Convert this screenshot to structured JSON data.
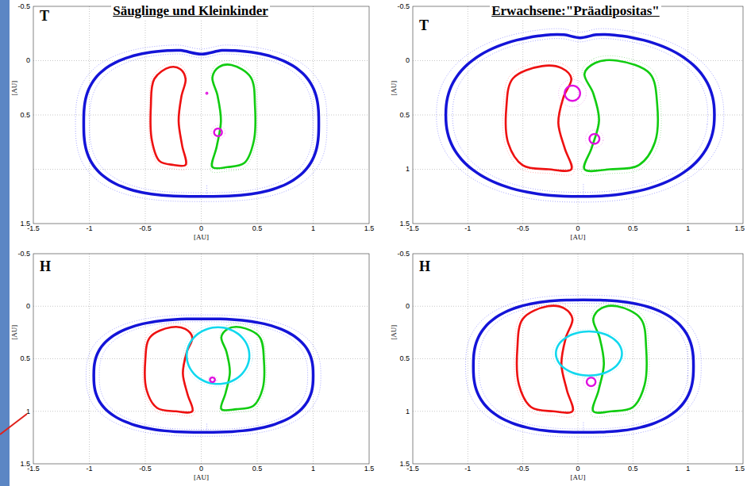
{
  "diagram": {
    "labels": [
      "T",
      "Säuglinge und Kleinkinder",
      "-0.5",
      "0",
      "0.5",
      "1.5",
      "[AU]",
      "-1.5",
      "-1",
      "-0.5",
      "0",
      "0.5",
      "1",
      "1.5",
      "[AU]",
      "T",
      "Erwachsene:\"Präadipositas\"",
      "-0.5",
      "0",
      "0.5",
      "1",
      "1.5",
      "[AU]",
      "-1.5",
      "-1",
      "-0.5",
      "0",
      "0.5",
      "1",
      "1.5",
      "[AU]",
      "H",
      "-0.5",
      "0",
      "0.5",
      "1",
      "1.5",
      "[AU]",
      "-1.5",
      "-1",
      "-0.5",
      "0",
      "0.5",
      "1",
      "1.5",
      "[AU]",
      "H",
      "-0.5",
      "0",
      "0.5",
      "1",
      "1.5",
      "[AU]",
      "-1.5",
      "-1",
      "-0.5",
      "0",
      "0.5",
      "1",
      "1.5",
      "[AU]"
    ]
  }
}
